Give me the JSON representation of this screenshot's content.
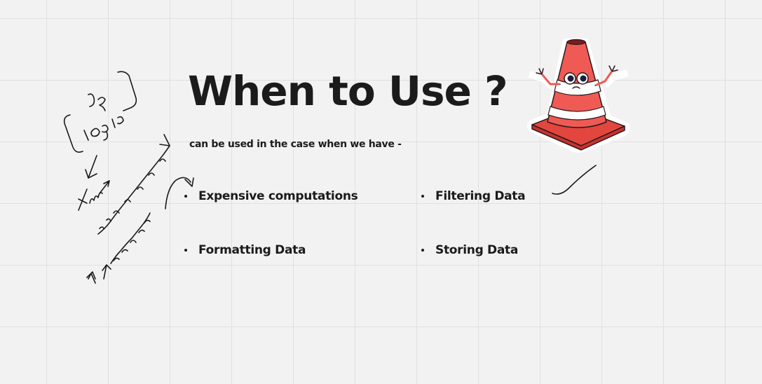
{
  "slide": {
    "title": "When to Use ?",
    "subtitle": "can be used in the case when we have -",
    "bullets": [
      "Expensive computations",
      "Filtering Data",
      "Formatting Data",
      "Storing Data"
    ]
  },
  "sticker": {
    "icon": "traffic-cone-character",
    "colors": {
      "cone": "#f05a55",
      "stripe": "#ffffff",
      "base": "#e2463f",
      "outline": "#2a1a1a"
    }
  },
  "annotations": {
    "handwriting": [
      "Js logic",
      "time ↗",
      "common compon",
      "↗↗ complexity"
    ]
  }
}
